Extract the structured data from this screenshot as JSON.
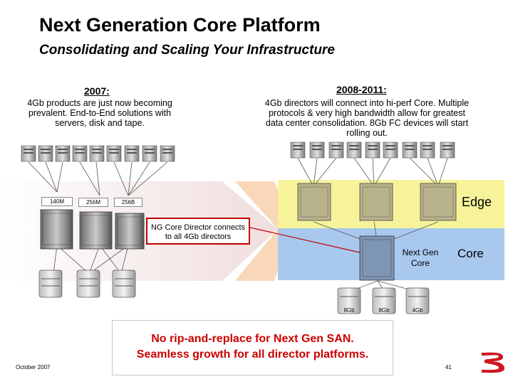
{
  "title": "Next Generation Core Platform",
  "subtitle": "Consolidating and Scaling Your Infrastructure",
  "left": {
    "year": "2007:",
    "description": "4Gb products are just now becoming prevalent. End-to-End solutions with servers, disk and tape.",
    "director_labels": [
      "140M",
      "256M",
      "256B"
    ]
  },
  "right": {
    "year": "2008-2011:",
    "description": "4Gb directors will connect into hi-perf Core. Multiple protocols & very high bandwidth allow for greatest data center consolidation. 8Gb FC devices will start rolling out.",
    "san_labels": [
      "8Gb",
      "8Gb",
      "4Gb"
    ]
  },
  "layers": {
    "edge": "Edge",
    "core": "Core",
    "next_gen_core": "Next Gen Core"
  },
  "callout": "NG Core Director connects to all 4Gb directors",
  "banner": {
    "line1": "No rip-and-replace for Next Gen SAN.",
    "line2": "Seamless growth for all director platforms."
  },
  "footer": {
    "date": "October 2007",
    "page": "41"
  },
  "colors": {
    "edge_band": "#f6f39a",
    "core_band": "#a9c8ee",
    "accent_red": "#cc0000",
    "brocade_red": "#d0161f"
  },
  "icons": [
    "server-icon",
    "director-chassis-icon",
    "storage-disk-icon",
    "brocade-logo"
  ]
}
